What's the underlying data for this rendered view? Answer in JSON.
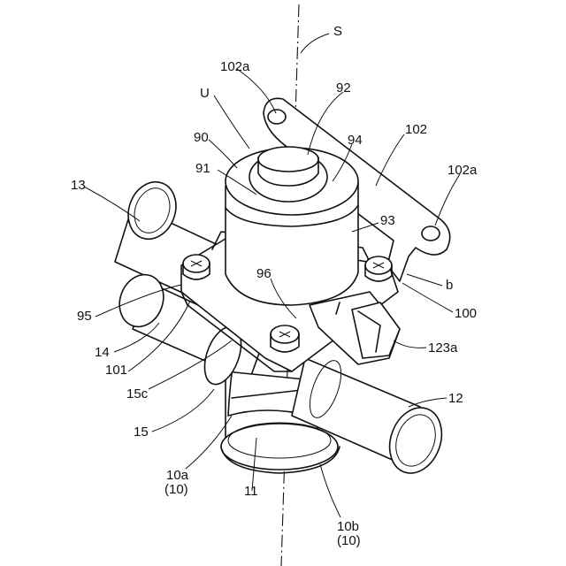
{
  "labels": {
    "S": "S",
    "U": "U",
    "l102a_top": "102a",
    "l92": "92",
    "l90": "90",
    "l94": "94",
    "l102": "102",
    "l102a_right": "102a",
    "l91": "91",
    "l13": "13",
    "l93": "93",
    "l96": "96",
    "lb": "b",
    "l95": "95",
    "l100": "100",
    "l14": "14",
    "l101": "101",
    "l123a": "123a",
    "l15c": "15c",
    "l12": "12",
    "l15": "15",
    "l10a": "10a",
    "l10a_sub": "(10)",
    "l11": "11",
    "l10b": "10b",
    "l10b_sub": "(10)"
  }
}
